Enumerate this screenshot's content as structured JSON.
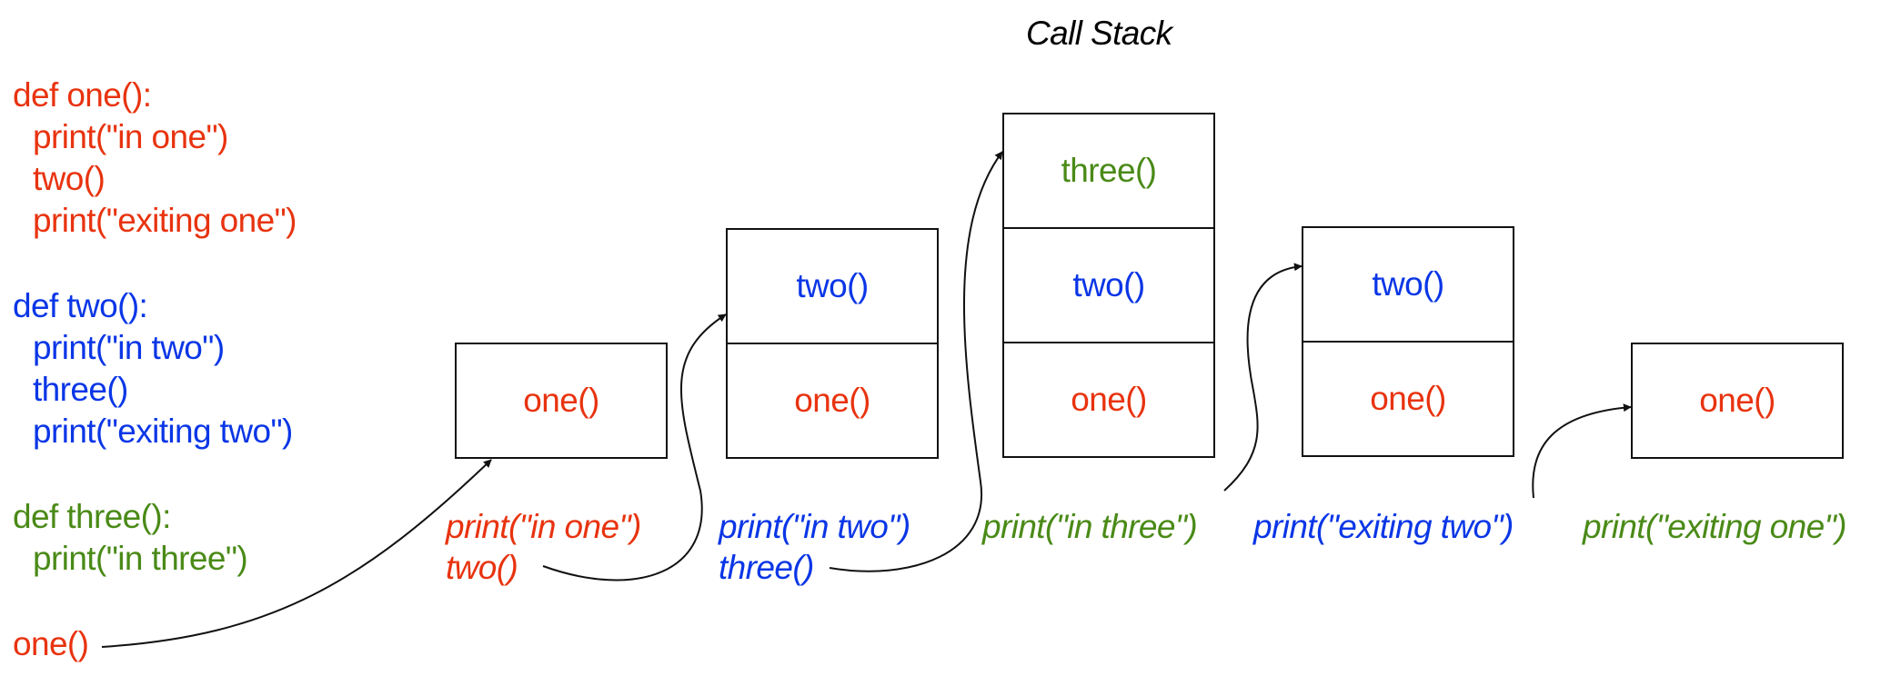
{
  "title": "Call Stack",
  "colors": {
    "one": "#e8330f",
    "two": "#0a36e6",
    "three": "#4a8a17"
  },
  "code": {
    "one_def": "def one():",
    "one_line1": "print(\"in one\")",
    "one_line2": "two()",
    "one_line3": "print(\"exiting one\")",
    "two_def": "def two():",
    "two_line1": "print(\"in two\")",
    "two_line2": "three()",
    "two_line3": "print(\"exiting two\")",
    "three_def": "def three():",
    "three_line1": "print(\"in three\")",
    "call": "one()"
  },
  "stacks": {
    "s1": {
      "frame1": "one()"
    },
    "s2": {
      "frame1": "two()",
      "frame2": "one()"
    },
    "s3": {
      "frame1": "three()",
      "frame2": "two()",
      "frame3": "one()"
    },
    "s4": {
      "frame1": "two()",
      "frame2": "one()"
    },
    "s5": {
      "frame1": "one()"
    }
  },
  "steps": {
    "s1_print": "print(\"in one\")",
    "s1_call": "two()",
    "s2_print": "print(\"in two\")",
    "s2_call": "three()",
    "s3_print": "print(\"in three\")",
    "s4_print": "print(\"exiting two\")",
    "s5_print": "print(\"exiting one\")"
  }
}
